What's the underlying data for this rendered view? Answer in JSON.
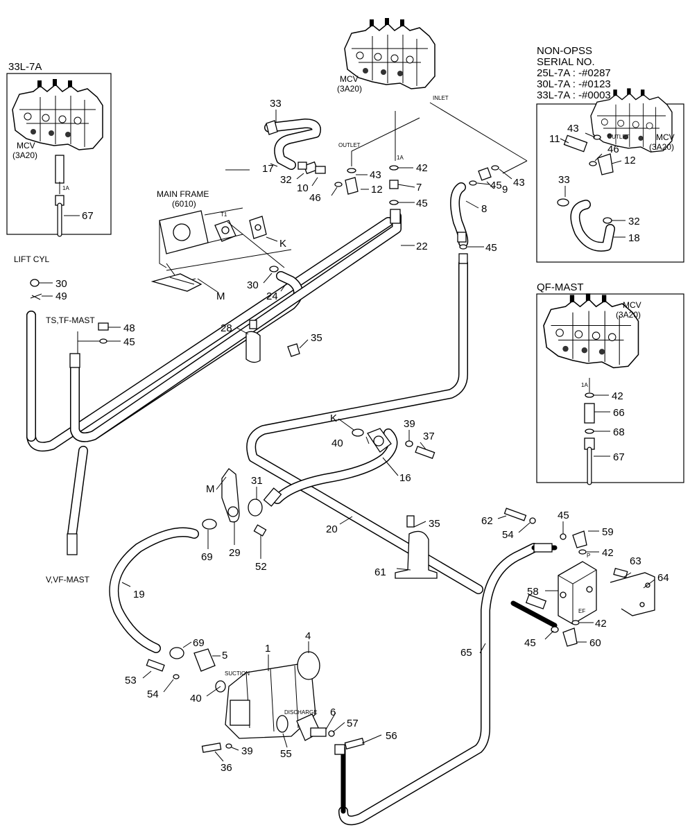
{
  "insets": {
    "left_model": "33L-7A",
    "non_opss_lines": [
      "NON-OPSS",
      "SERIAL NO.",
      "25L-7A : -#0287",
      "30L-7A : -#0123",
      "33L-7A : -#0003"
    ],
    "qf_mast": "QF-MAST"
  },
  "notes": {
    "mcv": "MCV",
    "mcv_code": "(3A20)",
    "main_frame": "MAIN FRAME",
    "main_frame_code": "(6010)",
    "inlet": "INLET",
    "outlet": "OUTLET",
    "port_1a": "1A",
    "port_t1": "T1",
    "lift_cyl": "LIFT CYL",
    "ts_tf_mast": "TS,TF-MAST",
    "v_vf_mast": "V,VF-MAST",
    "suction": "SUCTION",
    "discharge": "DISCHARGE",
    "ref_k": "K",
    "ref_m": "M",
    "port_p": "P",
    "port_ef": "EF"
  },
  "callouts": [
    {
      "id": "c67a",
      "label": "67"
    },
    {
      "id": "c33a",
      "label": "33"
    },
    {
      "id": "c17",
      "label": "17"
    },
    {
      "id": "c32a",
      "label": "32"
    },
    {
      "id": "c10",
      "label": "10"
    },
    {
      "id": "c46a",
      "label": "46"
    },
    {
      "id": "c12a",
      "label": "12"
    },
    {
      "id": "c43a",
      "label": "43"
    },
    {
      "id": "c42a",
      "label": "42"
    },
    {
      "id": "c7",
      "label": "7"
    },
    {
      "id": "c45a",
      "label": "45"
    },
    {
      "id": "c45b",
      "label": "45"
    },
    {
      "id": "c9",
      "label": "9"
    },
    {
      "id": "c43b",
      "label": "43"
    },
    {
      "id": "c8",
      "label": "8"
    },
    {
      "id": "c45c",
      "label": "45"
    },
    {
      "id": "c22",
      "label": "22"
    },
    {
      "id": "cK1",
      "label": "K"
    },
    {
      "id": "c30a",
      "label": "30"
    },
    {
      "id": "c49",
      "label": "49"
    },
    {
      "id": "c30b",
      "label": "30"
    },
    {
      "id": "c24",
      "label": "24"
    },
    {
      "id": "cM1",
      "label": "M"
    },
    {
      "id": "c48",
      "label": "48"
    },
    {
      "id": "c45d",
      "label": "45"
    },
    {
      "id": "c28",
      "label": "28"
    },
    {
      "id": "c35a",
      "label": "35"
    },
    {
      "id": "c43c",
      "label": "43"
    },
    {
      "id": "c11",
      "label": "11"
    },
    {
      "id": "c46b",
      "label": "46"
    },
    {
      "id": "c12b",
      "label": "12"
    },
    {
      "id": "c33b",
      "label": "33"
    },
    {
      "id": "c32b",
      "label": "32"
    },
    {
      "id": "c18",
      "label": "18"
    },
    {
      "id": "c42b",
      "label": "42"
    },
    {
      "id": "c66",
      "label": "66"
    },
    {
      "id": "c68",
      "label": "68"
    },
    {
      "id": "c67b",
      "label": "67"
    },
    {
      "id": "cK2",
      "label": "K"
    },
    {
      "id": "c40a",
      "label": "40"
    },
    {
      "id": "c39a",
      "label": "39"
    },
    {
      "id": "c37",
      "label": "37"
    },
    {
      "id": "c16",
      "label": "16"
    },
    {
      "id": "cM2",
      "label": "M"
    },
    {
      "id": "c31",
      "label": "31"
    },
    {
      "id": "c69a",
      "label": "69"
    },
    {
      "id": "c29",
      "label": "29"
    },
    {
      "id": "c52",
      "label": "52"
    },
    {
      "id": "c20",
      "label": "20"
    },
    {
      "id": "c35b",
      "label": "35"
    },
    {
      "id": "c61",
      "label": "61"
    },
    {
      "id": "c62",
      "label": "62"
    },
    {
      "id": "c54a",
      "label": "54"
    },
    {
      "id": "c45e",
      "label": "45"
    },
    {
      "id": "c59",
      "label": "59"
    },
    {
      "id": "c42c",
      "label": "42"
    },
    {
      "id": "c63",
      "label": "63"
    },
    {
      "id": "c64",
      "label": "64"
    },
    {
      "id": "c58",
      "label": "58"
    },
    {
      "id": "c42d",
      "label": "42"
    },
    {
      "id": "c45f",
      "label": "45"
    },
    {
      "id": "c60",
      "label": "60"
    },
    {
      "id": "c65",
      "label": "65"
    },
    {
      "id": "c19",
      "label": "19"
    },
    {
      "id": "c69b",
      "label": "69"
    },
    {
      "id": "c5",
      "label": "5"
    },
    {
      "id": "c1",
      "label": "1"
    },
    {
      "id": "c4",
      "label": "4"
    },
    {
      "id": "c53",
      "label": "53"
    },
    {
      "id": "c54b",
      "label": "54"
    },
    {
      "id": "c40b",
      "label": "40"
    },
    {
      "id": "c6",
      "label": "6"
    },
    {
      "id": "c57",
      "label": "57"
    },
    {
      "id": "c56",
      "label": "56"
    },
    {
      "id": "c55",
      "label": "55"
    },
    {
      "id": "c39b",
      "label": "39"
    },
    {
      "id": "c36",
      "label": "36"
    }
  ]
}
